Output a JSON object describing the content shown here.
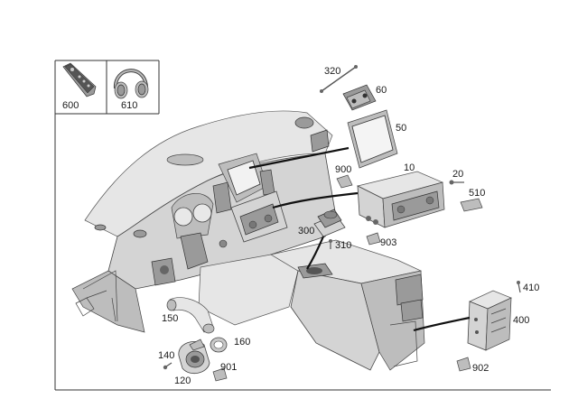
{
  "diagram": {
    "part_numbers": {
      "p320": "320",
      "p60": "60",
      "p50": "50",
      "p900": "900",
      "p10": "10",
      "p20": "20",
      "p510": "510",
      "p300": "300",
      "p310": "310",
      "p903": "903",
      "p410": "410",
      "p400": "400",
      "p150": "150",
      "p160": "160",
      "p140": "140",
      "p901": "901",
      "p120": "120",
      "p902": "902",
      "p600": "600",
      "p610": "610"
    }
  }
}
